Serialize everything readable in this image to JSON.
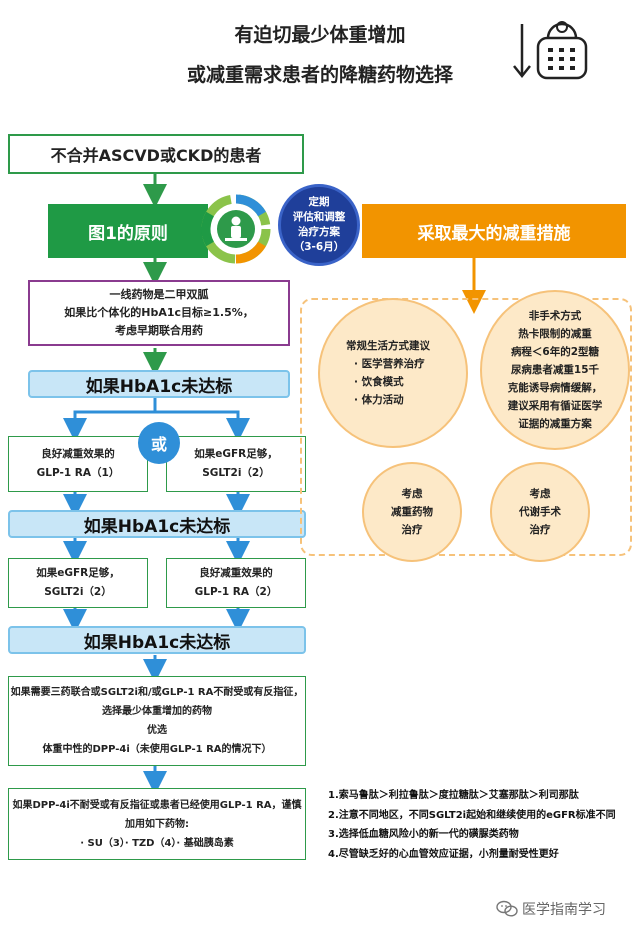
{
  "title": {
    "line1": "有迫切最少体重增加",
    "line2": "或减重需求患者的降糖药物选择"
  },
  "icons": {
    "header": "weight-loss-scale-icon",
    "cycle": "assessment-cycle-icon"
  },
  "colors": {
    "green": "#1f9a45",
    "orange": "#f29400",
    "blue": "#2f8fd8",
    "purple": "#8a3b8f",
    "navy": "#1f3f9a",
    "light_blue": "#c8e6f7",
    "peach": "#fde9c8"
  },
  "flow": {
    "start": "不合并ASCVD或CKD的患者",
    "principle": "图1的原则",
    "review": {
      "line1": "定期",
      "line2": "评估和调整",
      "line3": "治疗方案",
      "line4": "（3-6月）"
    },
    "first_line": {
      "line1": "一线药物是二甲双胍",
      "line2": "如果比个体化的HbA1c目标≥1.5%，",
      "line3": "考虑早期联合用药"
    },
    "not_met_1": "如果HbA1c未达标",
    "or_label": "或",
    "option_a": {
      "line1": "良好减重效果的",
      "line2": "GLP-1 RA（1）"
    },
    "option_b": {
      "line1": "如果eGFR足够，",
      "line2": "SGLT2i（2）"
    },
    "not_met_2": "如果HbA1c未达标",
    "option_c": {
      "line1": "如果eGFR足够，",
      "line2": "SGLT2i（2）"
    },
    "option_d": {
      "line1": "良好减重效果的",
      "line2": "GLP-1 RA（2）"
    },
    "not_met_3": "如果HbA1c未达标",
    "triple": {
      "line1": "如果需要三药联合或SGLT2i和/或GLP-1 RA不耐受或有反指征，",
      "line2": "选择最少体重增加的药物",
      "line3": "优选",
      "line4": "体重中性的DPP-4i（未使用GLP-1 RA的情况下）"
    },
    "final": {
      "line1": "如果DPP-4i不耐受或有反指征或患者已经使用GLP-1 RA，谨慎",
      "line2": "加用如下药物:",
      "line3": "· SU（3）· TZD（4）· 基础胰岛素"
    }
  },
  "weight_loss": {
    "header": "采取最大的减重措施",
    "lifestyle": {
      "line1": "常规生活方式建议",
      "line2": "· 医学营养治疗",
      "line3": "· 饮食模式",
      "line4": "· 体力活动"
    },
    "non_surgical": {
      "line1": "非手术方式",
      "line2": "热卡限制的减重",
      "line3": "病程＜6年的2型糖",
      "line4": "尿病患者减重15千",
      "line5": "克能诱导病情缓解，",
      "line6": "建议采用有循证医学",
      "line7": "证据的减重方案"
    },
    "drugs": {
      "line1": "考虑",
      "line2": "减重药物",
      "line3": "治疗"
    },
    "surgery": {
      "line1": "考虑",
      "line2": "代谢手术",
      "line3": "治疗"
    }
  },
  "notes": [
    "1.索马鲁肽＞利拉鲁肽＞度拉糖肽＞艾塞那肽＞利司那肽",
    "2.注意不同地区，不同SGLT2i起始和继续使用的eGFR标准不同",
    "3.选择低血糖风险小的新一代的磺脲类药物",
    "4.尽管缺乏好的心血管效应证据，小剂量耐受性更好"
  ],
  "watermark": {
    "icon": "wechat-icon",
    "text": "医学指南学习"
  }
}
